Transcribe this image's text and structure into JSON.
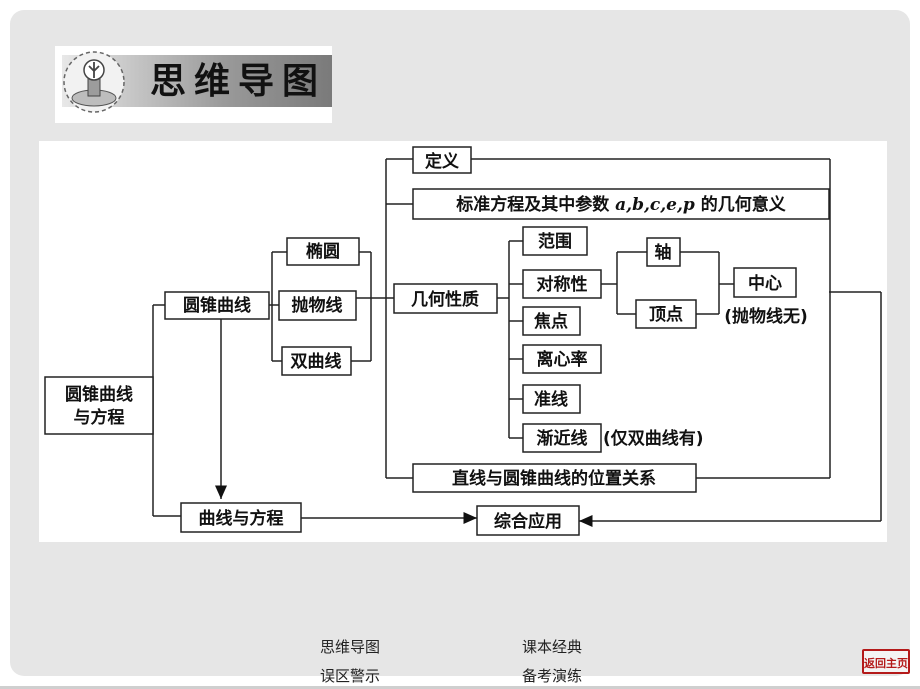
{
  "header": {
    "title": "思维导图",
    "icon": "compass-globe-icon"
  },
  "diagram": {
    "root": "圆锥曲线与方程",
    "root_lines": [
      "圆锥曲线",
      "与方程"
    ],
    "conic": "圆锥曲线",
    "ellipse": "椭圆",
    "parabola": "抛物线",
    "hyperbola": "双曲线",
    "curve_eq": "曲线与方程",
    "definition": "定义",
    "standard_eq_prefix": "标准方程及其中参数",
    "standard_eq_params": "a,b,c,e,p",
    "standard_eq_suffix": "的几何意义",
    "geo_props": "几何性质",
    "range": "范围",
    "symmetry": "对称性",
    "axis": "轴",
    "vertex": "顶点",
    "center": "中心",
    "center_note": "(抛物线无)",
    "focus": "焦点",
    "eccentricity": "离心率",
    "directrix": "准线",
    "asymptote": "渐近线",
    "asymptote_note": "(仅双曲线有)",
    "line_conic": "直线与圆锥曲线的位置关系",
    "comprehensive": "综合应用"
  },
  "footer": {
    "nav1": "思维导图",
    "nav2": "课本经典",
    "nav3": "误区警示",
    "nav4": "备考演练",
    "home": "返回主页"
  }
}
